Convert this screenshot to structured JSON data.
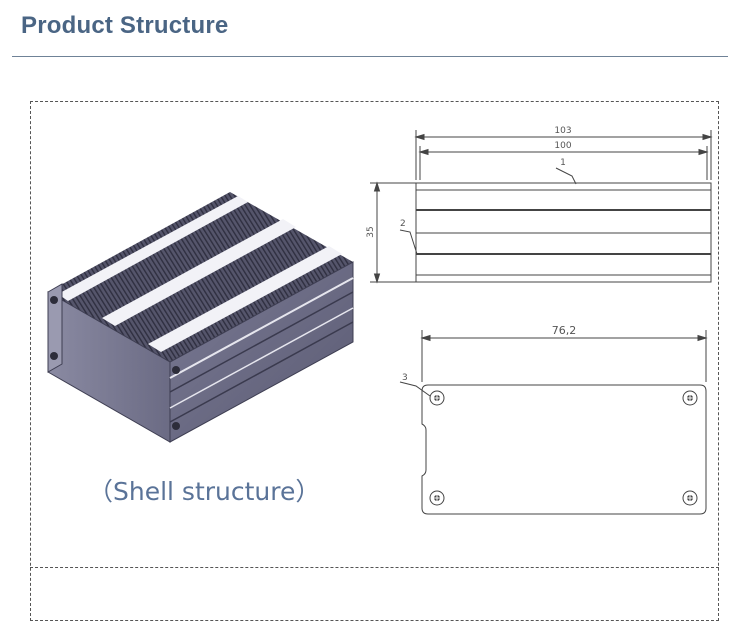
{
  "header": {
    "title": "Product Structure"
  },
  "illustration": {
    "caption": "（Shell structure）"
  },
  "technical_drawing": {
    "top_view": {
      "dim_overall_width": "103",
      "dim_inner_width": "100",
      "dim_height": "35",
      "callout_1": "1",
      "callout_2": "2"
    },
    "end_view": {
      "dim_hole_spacing": "76,2",
      "callout_3": "3"
    }
  },
  "colors": {
    "title": "#4a6584",
    "caption": "#5a7398",
    "shell_body": "#6e6e86",
    "shell_fins": "#4c4c62",
    "shell_highlight": "#f0f0f5"
  }
}
